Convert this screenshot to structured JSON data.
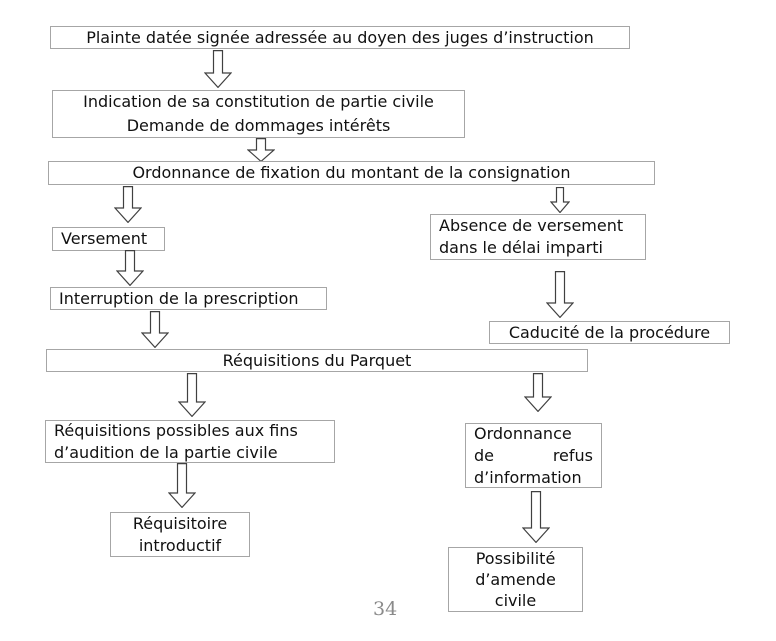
{
  "diagram": {
    "title_note": "",
    "nodes": {
      "plainte": {
        "label": "Plainte datée signée adressée au doyen des juges d’instruction"
      },
      "indication": {
        "line1": "Indication de sa constitution de partie civile",
        "line2": "Demande de dommages intérêts"
      },
      "fixation": {
        "label": "Ordonnance de fixation du montant de la consignation"
      },
      "versement": {
        "label": "Versement"
      },
      "absence": {
        "line1": "Absence de versement",
        "line2": "dans le délai imparti"
      },
      "interruption": {
        "label": "Interruption de la prescription"
      },
      "caducite": {
        "label": "Caducité de la procédure"
      },
      "parquet": {
        "label": "Réquisitions du Parquet"
      },
      "requisitions_possibles": {
        "line1": "Réquisitions possibles aux fins",
        "line2": "d’audition de la partie civile"
      },
      "ordonnance_refus": {
        "line1": "Ordonnance",
        "line2a": "de",
        "line2b": "refus",
        "line3": "d’information"
      },
      "requisitoire": {
        "line1": "Réquisitoire",
        "line2": "introductif"
      },
      "amende": {
        "line1": "Possibilité",
        "line2": "d’amende",
        "line3": "civile"
      }
    },
    "colors": {
      "box_border": "#a6a6a6",
      "text": "#111111",
      "arrow_outline": "#404040",
      "page_number": "#8a8a8a"
    },
    "page_number": "34"
  }
}
